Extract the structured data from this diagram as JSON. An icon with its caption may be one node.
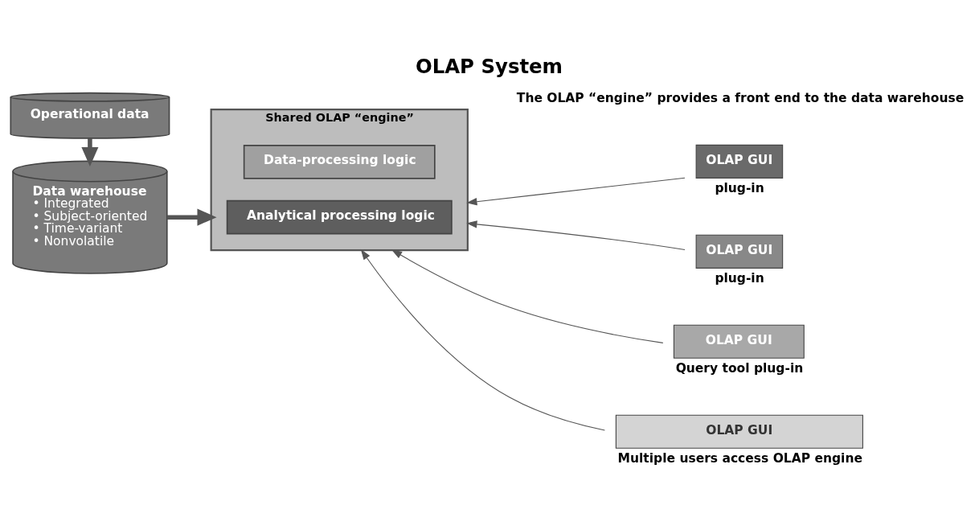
{
  "diagram": {
    "title": "OLAP System",
    "nodes": [
      {
        "text": [
          "Data warehouse",
          "• Integrated",
          "• Subject-oriented",
          "• Time-variant",
          "• Nonvolatile"
        ]
      },
      {
        "text": [
          "Operational data"
        ]
      },
      {
        "text": [
          "Shared OLAP “engine”"
        ]
      },
      {
        "text": [
          "Analytical processing logic"
        ],
        "in": 2
      },
      {
        "text": [
          "Data-processing logic"
        ],
        "in": 2
      },
      {
        "text": [
          "OLAP GUI"
        ],
        "beside": [
          "plug-in"
        ]
      },
      {
        "text": [
          "OLAP GUI"
        ],
        "beside": [
          "plug-in"
        ]
      },
      {
        "text": [
          "OLAP GUI"
        ],
        "beside": [
          "Query tool plug-in"
        ]
      },
      {
        "text": [
          "OLAP GUI"
        ],
        "beside": [
          "Multiple users access OLAP engine"
        ]
      }
    ],
    "edges": [
      {
        "from": 1,
        "to": 0,
        "arrow": "to",
        "style": "thick"
      },
      {
        "from": 0,
        "to": 2,
        "arrow": "to",
        "style": "thick"
      },
      {
        "from": 5,
        "to": 2,
        "arrow": "to"
      },
      {
        "from": 6,
        "to": 2,
        "arrow": "to"
      },
      {
        "from": 7,
        "to": 2,
        "arrow": "to"
      },
      {
        "from": 8,
        "to": 2,
        "arrow": "to"
      }
    ],
    "labels": [
      "The OLAP “engine” provides a front end to the data warehouse"
    ]
  }
}
